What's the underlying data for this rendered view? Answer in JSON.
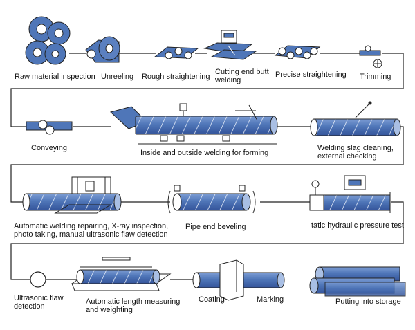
{
  "colors": {
    "pipe": "#4f76b8",
    "pipe_dark": "#34549a",
    "pipe_light": "#a9bfe4",
    "line": "#222222",
    "seam": "#f0f3fa"
  },
  "steps": [
    {
      "label": "Raw material inspection"
    },
    {
      "label": "Unreeling"
    },
    {
      "label": "Rough straightening"
    },
    {
      "label": "Cutting end butt welding"
    },
    {
      "label": "Precise straightening"
    },
    {
      "label": "Trimming"
    },
    {
      "label": "Conveying"
    },
    {
      "label": "Inside and outside welding for forming"
    },
    {
      "label": "Welding slag cleaning, external checking"
    },
    {
      "label": "Automatic welding repairing, X-ray inspection, photo taking, manual ultrasonic flaw detection"
    },
    {
      "label": "Pipe end beveling"
    },
    {
      "label": "tatic hydraulic pressure test"
    },
    {
      "label": "Ultrasonic flaw detection"
    },
    {
      "label": "Automatic length measuring and weighting"
    },
    {
      "label": "Coating"
    },
    {
      "label": "Marking"
    },
    {
      "label": "Putting into storage"
    }
  ]
}
